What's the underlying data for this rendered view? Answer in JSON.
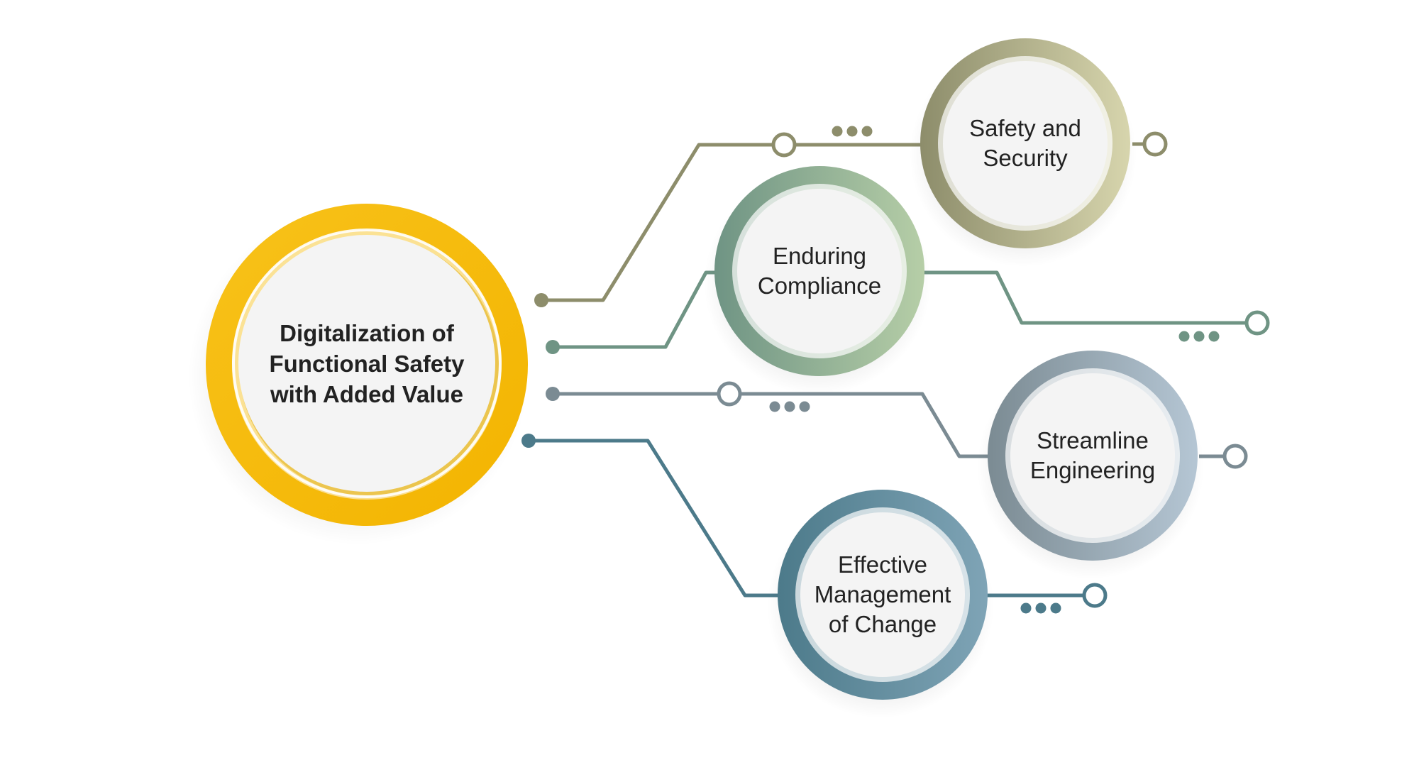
{
  "colors": {
    "background": "#ffffff",
    "center_ring": "#f6bb0c",
    "inner_fill": "#f4f4f4",
    "text": "#222222"
  },
  "center": {
    "label": "Digitalization of\nFunctional Safety\nwith Added Value"
  },
  "nodes": [
    {
      "id": "safety-security",
      "label": "Safety and\nSecurity",
      "color_dark": "#8d8d6b",
      "color_light": "#d7d5ad"
    },
    {
      "id": "enduring-compliance",
      "label": "Enduring\nCompliance",
      "color_dark": "#6f9484",
      "color_light": "#b6cea7"
    },
    {
      "id": "streamline-engineering",
      "label": "Streamline\nEngineering",
      "color_dark": "#7b8b93",
      "color_light": "#b5c6d4"
    },
    {
      "id": "effective-management-of-change",
      "label": "Effective\nManagement\nof Change",
      "color_dark": "#4c7a8a",
      "color_light": "#7fa4b6"
    }
  ]
}
